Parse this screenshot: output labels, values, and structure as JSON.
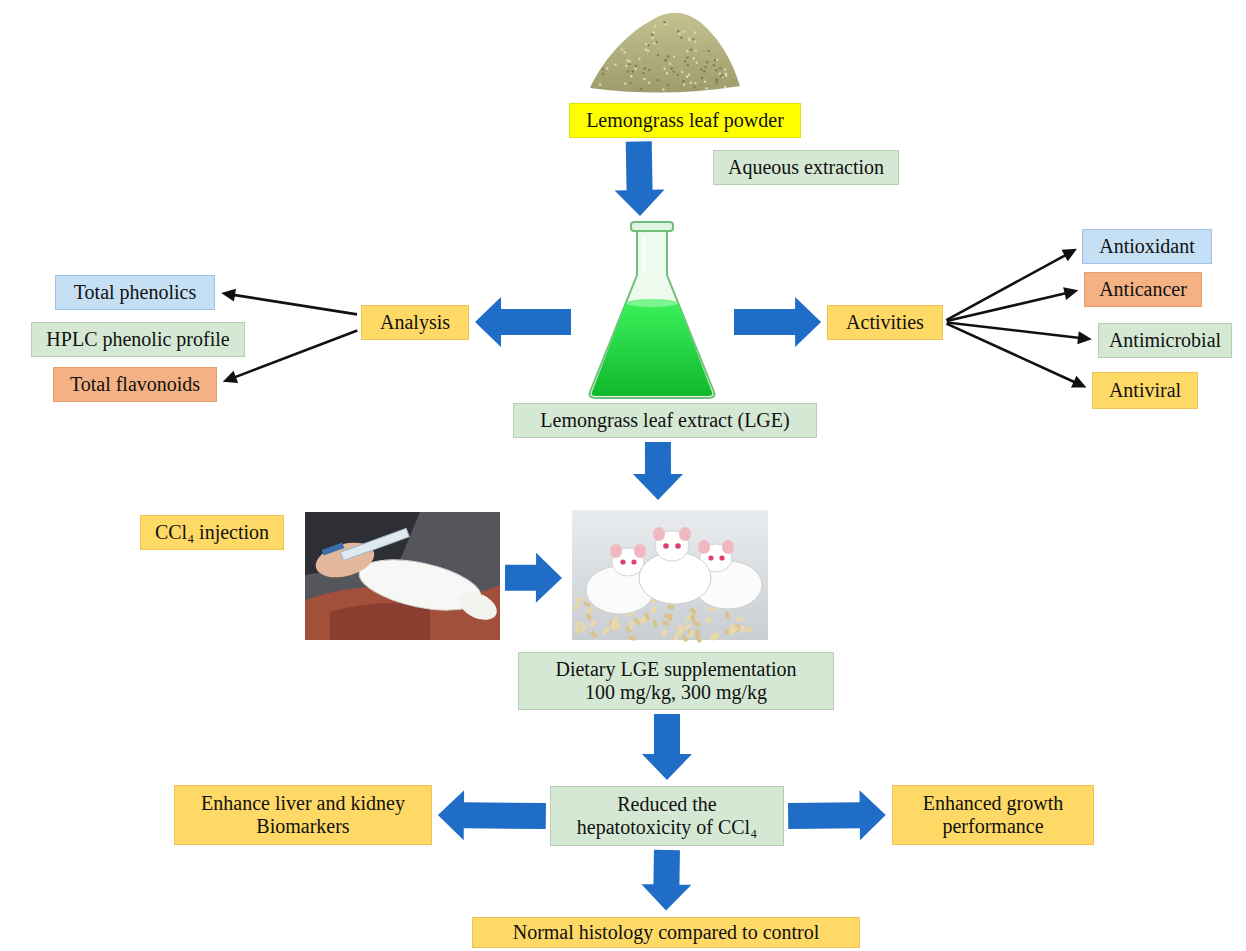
{
  "diagram": {
    "nodes": [
      {
        "text": [
          "Lemongrass leaf powder"
        ]
      },
      {
        "text": [
          "Aqueous extraction"
        ]
      },
      {
        "text": [
          "Analysis"
        ]
      },
      {
        "text": [
          "Total phenolics"
        ]
      },
      {
        "text": [
          "HPLC phenolic profile"
        ]
      },
      {
        "text": [
          "Total flavonoids"
        ]
      },
      {
        "text": [
          "Activities"
        ]
      },
      {
        "text": [
          "Antioxidant"
        ]
      },
      {
        "text": [
          "Anticancer"
        ]
      },
      {
        "text": [
          "Antimicrobial"
        ]
      },
      {
        "text": [
          "Antiviral"
        ]
      },
      {
        "text": [
          "Lemongrass leaf extract (LGE)"
        ]
      },
      {
        "text": [
          "CCl₄ injection"
        ]
      },
      {
        "text": [
          "Dietary LGE supplementation 100 mg/kg, 300 mg/kg"
        ]
      },
      {
        "text": [
          "Reduced the hepatotoxicity of CCl₄"
        ]
      },
      {
        "text": [
          "Enhance liver and kidney Biomarkers"
        ]
      },
      {
        "text": [
          "Enhanced growth performance"
        ]
      },
      {
        "text": [
          "Normal histology compared to control"
        ]
      }
    ],
    "edges": [
      {
        "from": 0,
        "to": 11,
        "arrow": "to"
      },
      {
        "from": 11,
        "to": 2,
        "arrow": "to"
      },
      {
        "from": 11,
        "to": 6,
        "arrow": "to"
      },
      {
        "from": 2,
        "to": 3,
        "arrow": "to"
      },
      {
        "from": 2,
        "to": 5,
        "arrow": "to"
      },
      {
        "from": 6,
        "to": 7,
        "arrow": "to"
      },
      {
        "from": 6,
        "to": 8,
        "arrow": "to"
      },
      {
        "from": 6,
        "to": 9,
        "arrow": "to"
      },
      {
        "from": 6,
        "to": 10,
        "arrow": "to"
      },
      {
        "from": 11,
        "to": 13,
        "arrow": "to"
      },
      {
        "from": 12,
        "to": 13,
        "arrow": "to"
      },
      {
        "from": 13,
        "to": 14,
        "arrow": "to"
      },
      {
        "from": 14,
        "to": 15,
        "arrow": "to"
      },
      {
        "from": 14,
        "to": 16,
        "arrow": "to"
      },
      {
        "from": 14,
        "to": 17,
        "arrow": "to"
      }
    ]
  }
}
